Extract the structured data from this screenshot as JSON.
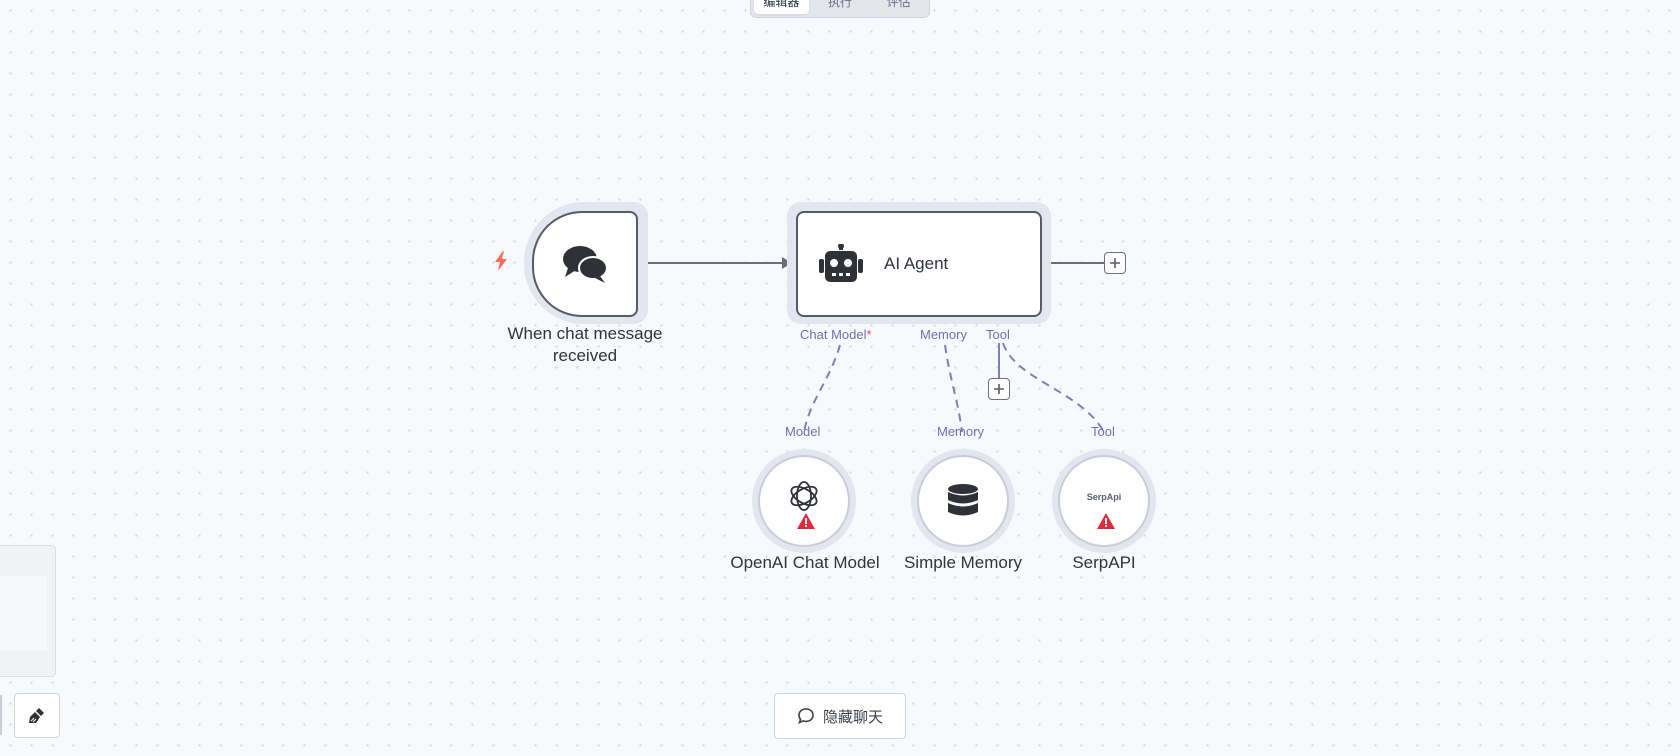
{
  "tabs": [
    {
      "label": "编辑器",
      "active": true
    },
    {
      "label": "执行",
      "active": false
    },
    {
      "label": "评估",
      "active": false
    }
  ],
  "nodes": {
    "trigger": {
      "label": "When chat message received",
      "icon": "chat-bubbles-icon"
    },
    "agent": {
      "label": "AI Agent",
      "icon": "robot-icon"
    },
    "openai": {
      "label": "OpenAI Chat Model",
      "icon": "openai-logo-icon",
      "warning": true
    },
    "memory": {
      "label": "Simple Memory",
      "icon": "database-icon",
      "warning": false
    },
    "serpapi": {
      "label": "SerpAPI",
      "logo_text": "SerpApi",
      "warning": true
    }
  },
  "ports": {
    "chat_model": "Chat Model",
    "chat_model_required": "*",
    "memory": "Memory",
    "tool": "Tool"
  },
  "sub_ports": {
    "model": "Model",
    "memory": "Memory",
    "tool": "Tool"
  },
  "buttons": {
    "hide_chat": "隐藏聊天"
  },
  "colors": {
    "canvas_bg": "#f8f9fc",
    "node_border": "#585a67",
    "port_accent": "#8286c0",
    "warning": "#e5293a",
    "trigger_bolt": "#ff6d5a"
  }
}
